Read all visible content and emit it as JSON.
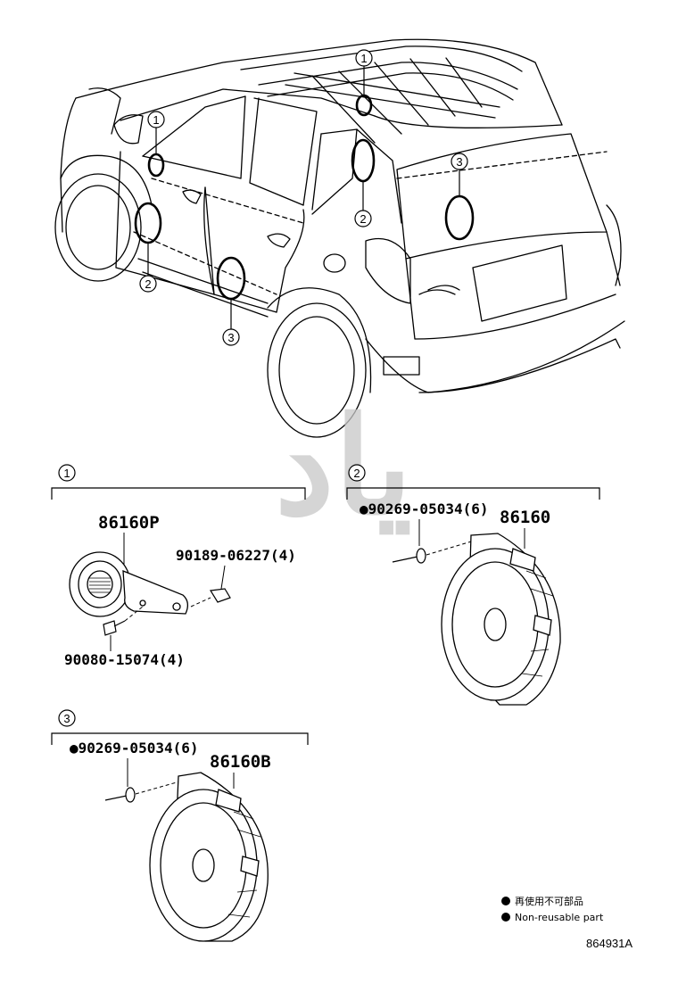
{
  "callouts": {
    "c1": "1",
    "c2": "2",
    "c3": "3"
  },
  "group1": {
    "speaker_part": "86160P",
    "bracket_clip": "90189-06227(4)",
    "screw": "90080-15074(4)"
  },
  "group2": {
    "rivet": "●90269-05034(6)",
    "speaker_part": "86160"
  },
  "group3": {
    "rivet": "●90269-05034(6)",
    "speaker_part": "86160B"
  },
  "legend": {
    "cn": "再使用不可部品",
    "en": "Non-reusable part"
  },
  "reference": "864931A",
  "watermark": "ياد"
}
